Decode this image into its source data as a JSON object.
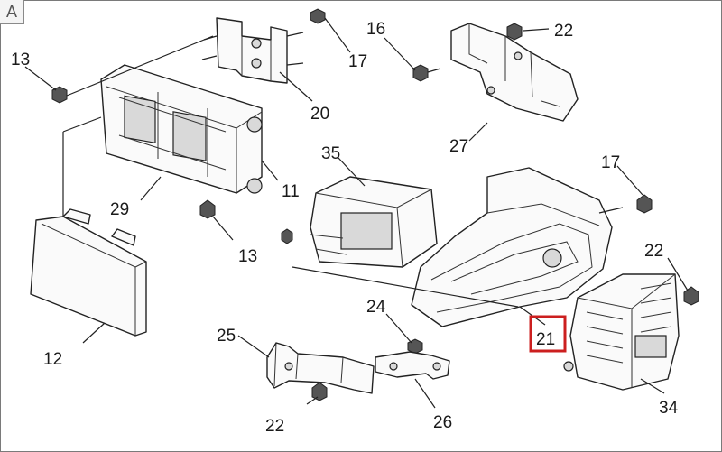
{
  "panel": {
    "letter": "A"
  },
  "callouts": {
    "c13a": "13",
    "c17a": "17",
    "c20": "20",
    "c16": "16",
    "c22a": "22",
    "c27": "27",
    "c11": "11",
    "c29": "29",
    "c13b": "13",
    "c35": "35",
    "c17b": "17",
    "c22b": "22",
    "c12": "12",
    "c24": "24",
    "c25": "25",
    "c21": "21",
    "c34": "34",
    "c22c": "22",
    "c26": "26"
  },
  "highlight": {
    "callout": "21",
    "color": "#cc1f1f"
  }
}
